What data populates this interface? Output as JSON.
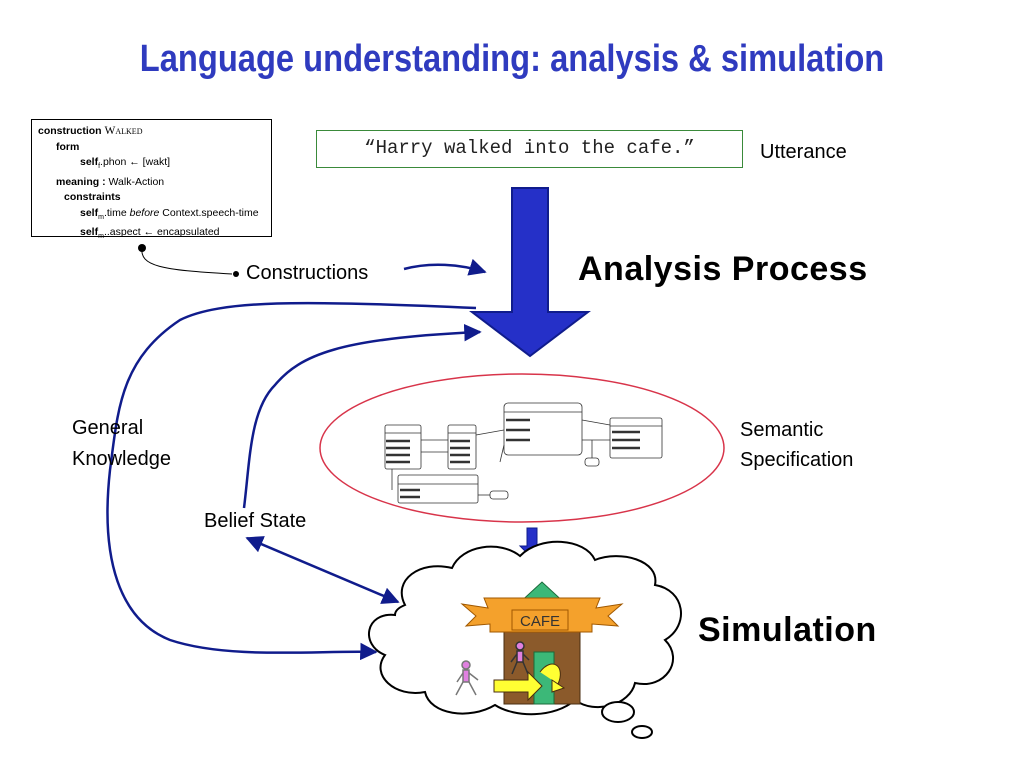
{
  "title": "Language understanding: analysis & simulation",
  "construction": {
    "line1_key": "construction",
    "line1_name": "Walked",
    "form": "form",
    "self_f": "self",
    "self_f_sub": "f",
    "phon_text": ".phon ← [wakt]",
    "meaning_key": "meaning :",
    "meaning_val": "Walk-Action",
    "constraints": "constraints",
    "self_m": "self",
    "self_m_sub": "m",
    "time_pre": ".time ",
    "time_before": "before",
    "time_post": " Context.speech-time",
    "aspect_text": "..aspect ← encapsulated"
  },
  "utterance": "“Harry walked into the cafe.”",
  "labels": {
    "utterance": "Utterance",
    "constructions": "Constructions",
    "analysis_process": "Analysis Process",
    "general_knowledge_1": "General",
    "general_knowledge_2": "Knowledge",
    "semantic_spec_1": "Semantic",
    "semantic_spec_2": "Specification",
    "belief_state": "Belief State",
    "simulation": "Simulation",
    "cafe": "CAFE"
  },
  "colors": {
    "title": "#2f3bbf",
    "arrow_blue": "#2530c8",
    "curve_navy": "#101c8c",
    "ellipse_border": "#d8344a",
    "cafe_banner": "#f4a12c",
    "cafe_roof": "#3cb878",
    "cafe_house": "#8b5a2b",
    "walker_arrow": "#ffff33"
  }
}
